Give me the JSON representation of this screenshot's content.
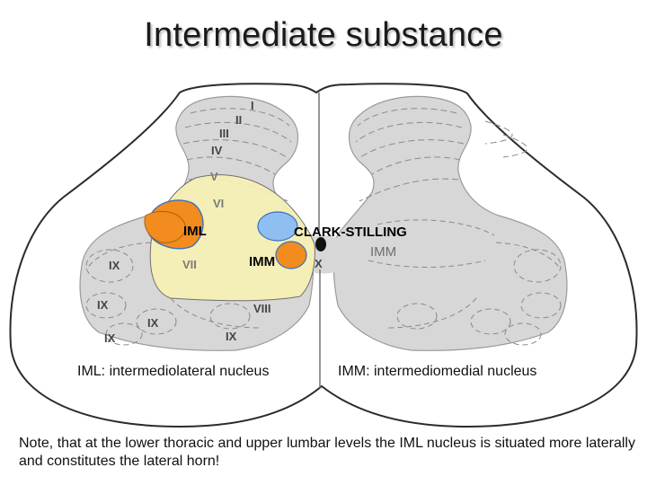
{
  "title": "Intermediate substance",
  "labels": {
    "lamina_1": "I",
    "lamina_2": "II",
    "lamina_3": "III",
    "lamina_4": "IV",
    "lamina_5": "V",
    "lamina_6": "VI",
    "lamina_7": "VII",
    "lamina_8": "VIII",
    "lamina_9": "IX",
    "lamina_10": "X",
    "iml": "IML",
    "imm": "IMM",
    "imm_right": "IMM",
    "clark": "CLARK-STILLING"
  },
  "legend": {
    "iml": "IML: intermediolateral nucleus",
    "imm": "IMM: intermediomedial nucleus"
  },
  "note": "Note, that at the lower thoracic and upper lumbar levels the IML nucleus is situated more laterally and constitutes the lateral horn!",
  "colors": {
    "grey_matter": "#d7d7d7",
    "intermediate_zone": "#f7f2b4",
    "iml_nucleus": "#f28c1e",
    "imm_nucleus": "#f28c1e",
    "clark_nucleus": "#8fbff0"
  }
}
